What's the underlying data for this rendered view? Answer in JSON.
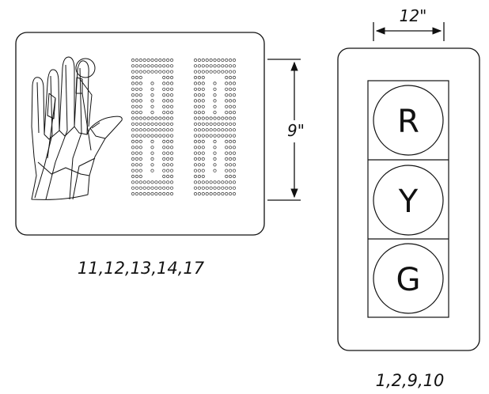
{
  "countdown_sign": {
    "height_label": "9\"",
    "caption": "11,12,13,14,17"
  },
  "signal_head": {
    "width_label": "12\"",
    "lights": [
      {
        "label": "R"
      },
      {
        "label": "Y"
      },
      {
        "label": "G"
      }
    ],
    "caption": "1,2,9,10"
  }
}
